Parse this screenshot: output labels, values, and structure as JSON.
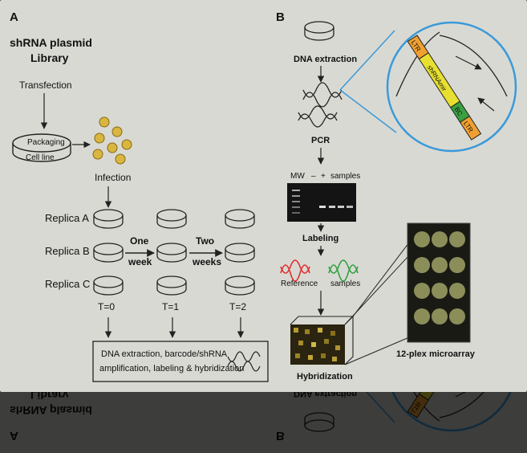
{
  "panel_a": {
    "letter": "A",
    "title_line1": "shRNA plasmid",
    "title_line2": "Library",
    "transfection": "Transfection",
    "cell_line_top": "Packaging",
    "cell_line_bottom": "Cell line",
    "infection": "Infection",
    "replicas": [
      "Replica A",
      "Replica B",
      "Replica C"
    ],
    "one_week_l1": "One",
    "one_week_l2": "week",
    "two_weeks_l1": "Two",
    "two_weeks_l2": "weeks",
    "timepoints": [
      "T=0",
      "T=1",
      "T=2"
    ],
    "summary_line1": "DNA extraction, barcode/shRNA",
    "summary_line2": "amplification, labeling & hybridization"
  },
  "panel_b": {
    "letter": "B",
    "dna_extraction": "DNA extraction",
    "pcr": "PCR",
    "gel_mw": "MW",
    "gel_minus": "–",
    "gel_plus": "+",
    "gel_samples": "samples",
    "labeling": "Labeling",
    "reference": "Reference",
    "samples": "samples",
    "hybridization": "Hybridization",
    "microarray": "12-plex microarray",
    "construct": {
      "ltr_left": "LTR",
      "shrnamir": "shRNAmir",
      "bc": "BC",
      "ltr_right": "LTR"
    }
  },
  "colors": {
    "background": "#000000",
    "paper": "#d9d9d3",
    "zoom_circle": "#3a9ad9",
    "ltr": "#f0a030",
    "shrnamir": "#e8e030",
    "bc": "#3aa040",
    "reference_wave": "#e03030",
    "samples_wave": "#30a040"
  }
}
